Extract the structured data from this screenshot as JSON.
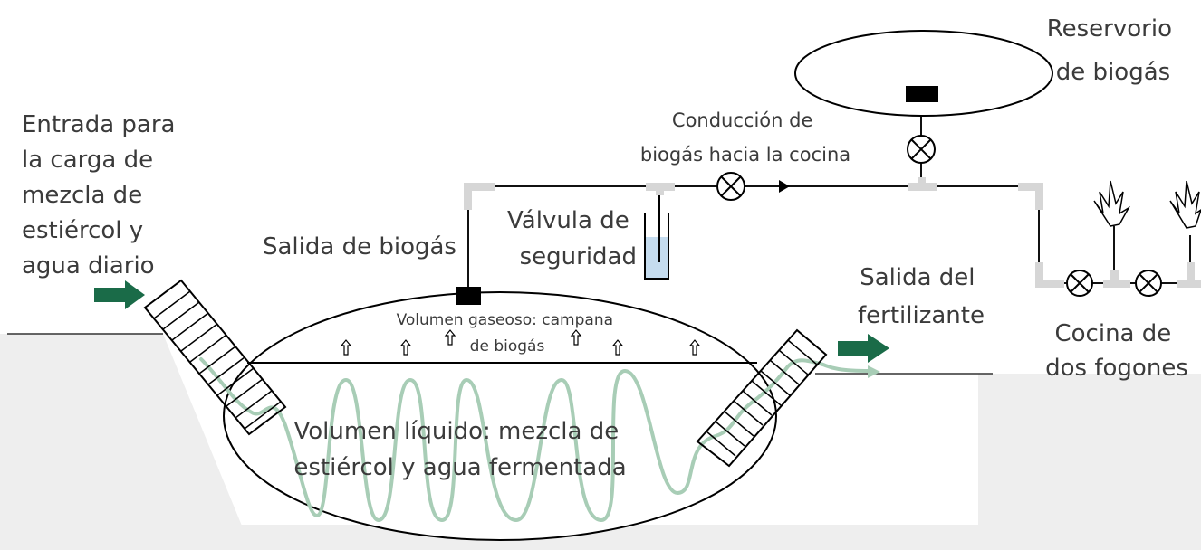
{
  "labels": {
    "inlet": [
      "Entrada para",
      "la carga de",
      "mezcla de",
      "estiércol y",
      "agua diario"
    ],
    "gas_outlet": "Salida de biogás",
    "conduction": [
      "Conducción de",
      "biogás hacia la cocina"
    ],
    "safety_valve": [
      "Válvula de",
      "seguridad"
    ],
    "reservoir": [
      "Reservorio",
      "de biogás"
    ],
    "fertilizer_outlet": [
      "Salida del",
      "fertilizante"
    ],
    "stove": [
      "Cocina de",
      "dos fogones"
    ],
    "gas_volume": [
      "Volumen gaseoso: campana",
      "de biogás"
    ],
    "liquid_volume": [
      "Volumen líquido: mezcla de",
      "estiércol y agua fermentada"
    ]
  },
  "colors": {
    "ground": "#eeeeee",
    "arrow_green": "#1a6b48",
    "wave": "#a8cdb6",
    "water": "#c5dcef",
    "pipe": "#111111",
    "joint": "#d6d6d6"
  },
  "icons": [
    "inlet-arrow-icon",
    "outlet-arrow-icon",
    "valve-icon",
    "flame-icon",
    "gas-bubble-arrow-icon"
  ]
}
